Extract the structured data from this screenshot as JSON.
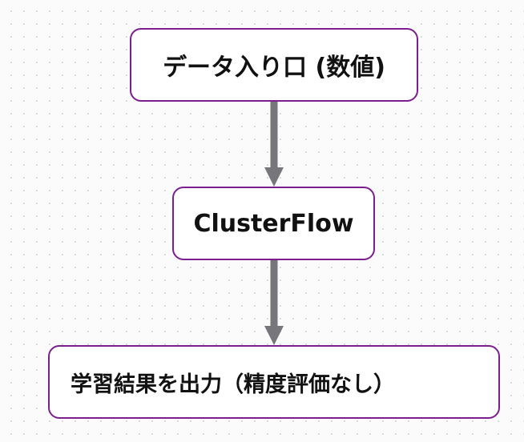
{
  "diagram": {
    "nodes": [
      {
        "id": "input",
        "label": "データ入り口 (数値)"
      },
      {
        "id": "cluster",
        "label": "ClusterFlow"
      },
      {
        "id": "output",
        "label": "学習結果を出力（精度評価なし）"
      }
    ],
    "edges": [
      {
        "from": "input",
        "to": "cluster"
      },
      {
        "from": "cluster",
        "to": "output"
      }
    ]
  },
  "colors": {
    "node_border": "#7b1f8f",
    "edge": "#77767b",
    "text": "#111111"
  }
}
